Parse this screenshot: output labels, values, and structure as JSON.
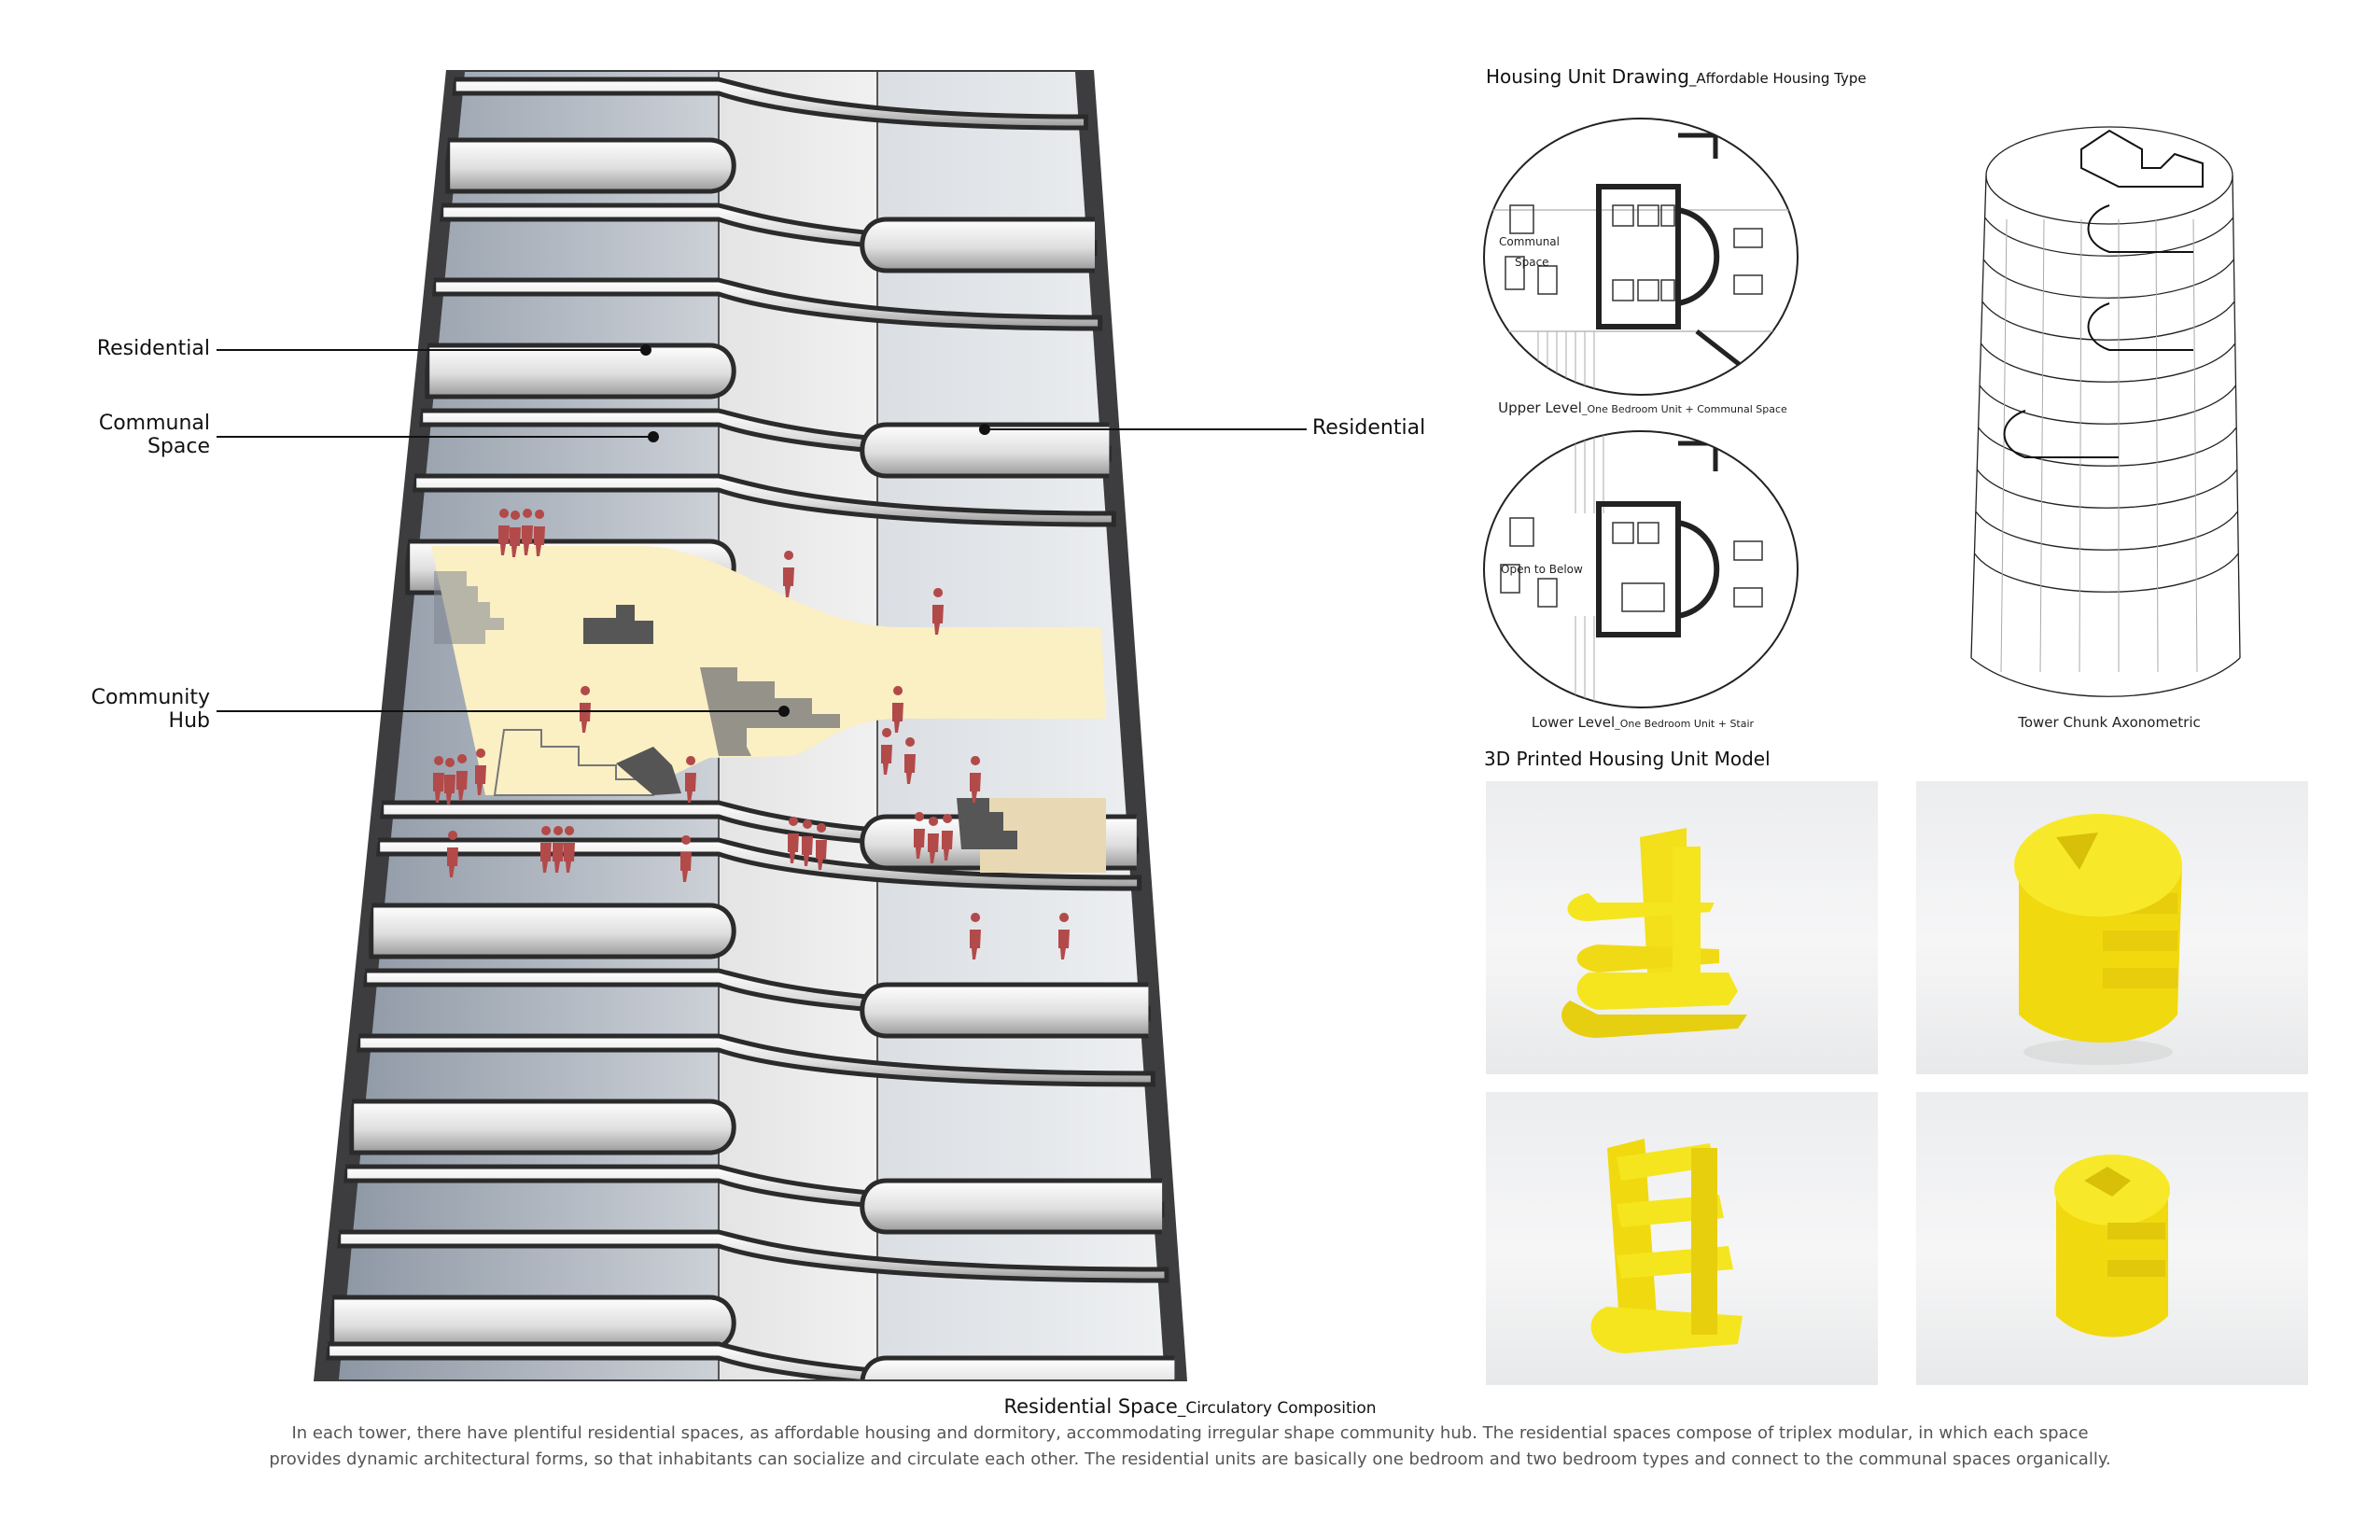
{
  "section": {
    "labels": {
      "residential_left": "Residential",
      "communal_line1": "Communal",
      "communal_line2": "Space",
      "residential_right": "Residential",
      "hub_line1": "Community",
      "hub_line2": "Hub"
    }
  },
  "housing_drawing": {
    "title": "Housing Unit Drawing",
    "title_sub": "_Affordable Housing Type",
    "upper_plan": {
      "room_label_line1": "Communal",
      "room_label_line2": "Space",
      "caption": "Upper Level",
      "caption_sub": "_One Bedroom Unit + Communal Space"
    },
    "lower_plan": {
      "room_label": "Open to Below",
      "caption": "Lower Level",
      "caption_sub": "_One Bedroom Unit + Stair"
    },
    "axon_caption": "Tower Chunk Axonometric"
  },
  "model": {
    "title": "3D Printed Housing Unit Model",
    "color": "#f5e51f"
  },
  "description": {
    "title": "Residential Space",
    "title_sub": "_Circulatory Composition",
    "body": "In each tower, there have plentiful residential spaces, as affordable housing and dormitory, accommodating irregular shape community hub. The residential spaces compose of triplex modular, in which each space provides dynamic architectural forms, so that inhabitants can socialize and circulate each other. The residential units are basically one bedroom and two bedroom types and connect to the communal spaces organically."
  },
  "colors": {
    "hub": "#fbefc4",
    "figures": "#b24a4a",
    "frame": "#3d3d3f"
  }
}
